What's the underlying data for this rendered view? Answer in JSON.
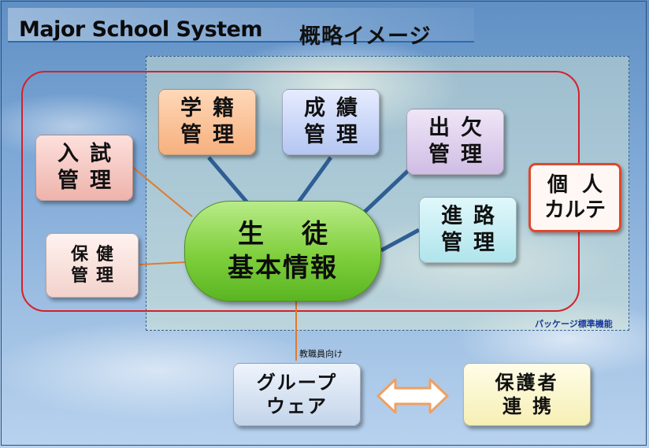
{
  "title": {
    "english": "Major School System",
    "japanese": "概略イメージ"
  },
  "package_label": "パッケージ標準機能",
  "center": {
    "line1": "生徒",
    "line2": "基本情報"
  },
  "modules": {
    "gakuseki": {
      "line1": "学籍",
      "line2": "管理"
    },
    "seiseki": {
      "line1": "成績",
      "line2": "管理"
    },
    "shukketsu": {
      "line1": "出欠",
      "line2": "管理"
    },
    "shinro": {
      "line1": "進路",
      "line2": "管理"
    },
    "nyushi": {
      "line1": "入試",
      "line2": "管理"
    },
    "hoken": {
      "line1": "保健",
      "line2": "管理"
    },
    "karte": {
      "line1": "個人",
      "line2": "カルテ"
    }
  },
  "external": {
    "groupware": {
      "line1": "グループ",
      "line2": "ウェア",
      "note": "教職員向け"
    },
    "guardian": {
      "line1": "保護者",
      "line2": "連携"
    }
  },
  "colors": {
    "scope_ring": "#d6202a",
    "connector_orange": "#e07a2c",
    "connector_blue": "#2f5e93",
    "center_green": "#7fcf3c",
    "arrow_orange": "#f0a060"
  }
}
